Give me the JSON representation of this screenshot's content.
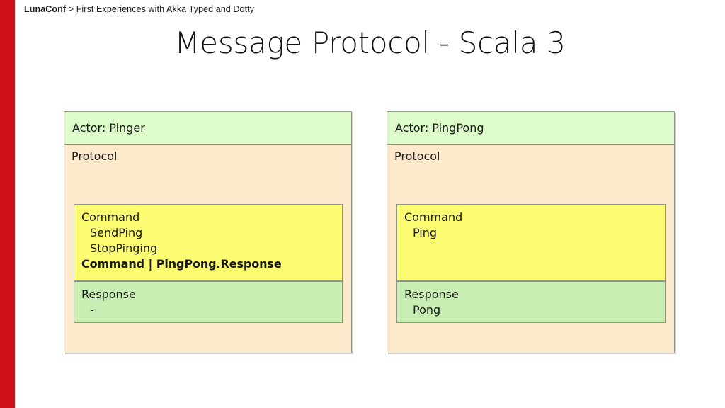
{
  "slide": {
    "accent_color": "#ce1118",
    "background": "#ffffff",
    "title": "Message Protocol - Scala 3",
    "breadcrumb": {
      "conference": "LunaConf",
      "separator": ">",
      "talk": "First Experiences with Akka Typed and Dotty"
    }
  },
  "palette": {
    "header_green": "#ddfbcb",
    "protocol_peach": "#fdeacc",
    "command_yellow": "#fcfc72",
    "response_green": "#c8eeb4",
    "border_gray": "#8f9486"
  },
  "diagram": {
    "type": "actor-protocol-boxes",
    "cards": [
      {
        "header": "Actor: Pinger",
        "protocol_label": "Protocol",
        "command": {
          "title": "Command",
          "items": [
            "SendPing",
            "StopPinging"
          ],
          "emphasis": "Command | PingPong.Response"
        },
        "response": {
          "title": "Response",
          "items": [
            "-"
          ]
        }
      },
      {
        "header": "Actor: PingPong",
        "protocol_label": "Protocol",
        "command": {
          "title": "Command",
          "items": [
            "Ping"
          ],
          "emphasis": ""
        },
        "response": {
          "title": "Response",
          "items": [
            "Pong"
          ]
        }
      }
    ]
  }
}
